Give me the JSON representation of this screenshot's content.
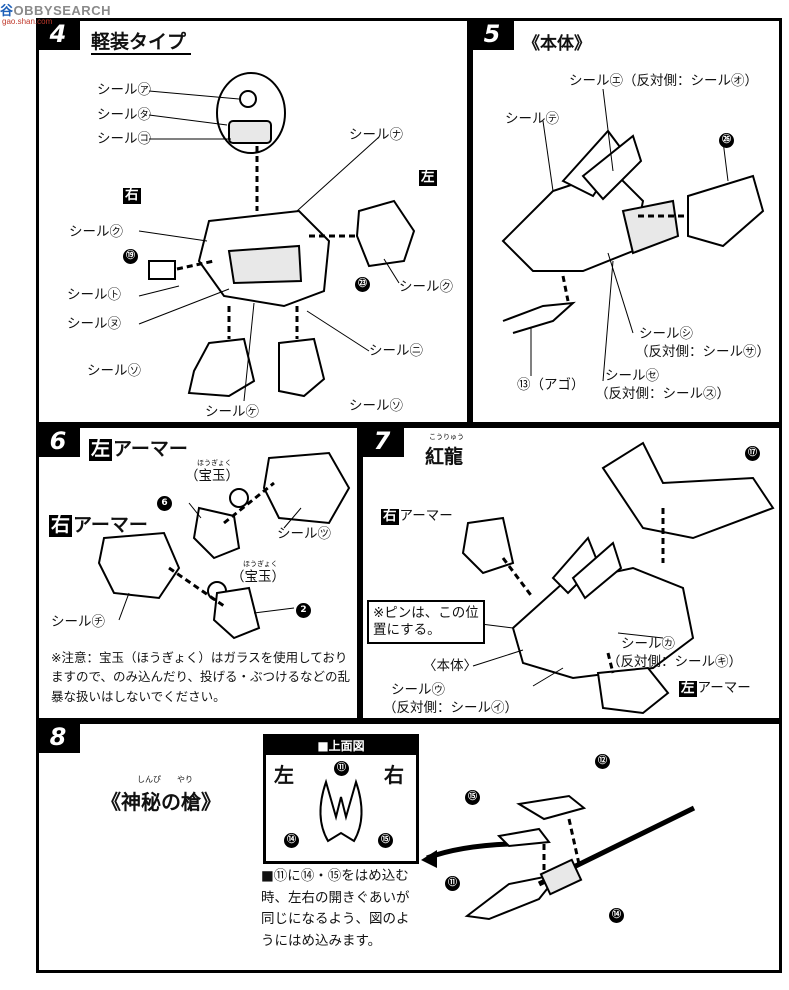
{
  "watermark": {
    "brand_cn": "谷",
    "brand": "OBBYSEARCH",
    "sub": "gao.shan.com"
  },
  "sec4": {
    "num": "4",
    "title": "軽装タイプ",
    "right": "右",
    "left": "左",
    "labels": {
      "a": "シール㋐",
      "ta": "シール㋟",
      "ko": "シール㋙",
      "na": "シール㋤",
      "ku_l": "シール㋗",
      "to": "シール㋣",
      "nu": "シール㋦",
      "ku_r": "シール㋗",
      "ni": "シール㋥",
      "so_l": "シール㋞",
      "so_r": "シール㋞",
      "ke": "シール㋘"
    },
    "n19": "⑲",
    "n23": "㉓"
  },
  "sec5": {
    "num": "5",
    "title": "《本体》",
    "e": "シール㋓（反対側：シール㋔）",
    "te": "シール㋢",
    "n26": "㉖",
    "shi": "シール㋛",
    "shi_op": "（反対側：シール㋚）",
    "se": "シール㋝",
    "se_op": "（反対側：シール㋜）",
    "ago": "⑬（アゴ）"
  },
  "sec6": {
    "num": "6",
    "left_box": "左",
    "left_armor": "アーマー",
    "right_box": "右",
    "right_armor": "アーマー",
    "gem1": "（宝玉）",
    "gem1_ruby": "ほうぎょく",
    "gem2": "（宝玉）",
    "gem2_ruby": "ほうぎょく",
    "n6": "6",
    "n2": "2",
    "tsu": "シール㋡",
    "chi": "シール㋠",
    "note": "※注意：宝玉（ほうぎょく）はガラスを使用しておりますので、のみ込んだり、投げる・ぶつけるなどの乱暴な扱いはしないでください。"
  },
  "sec7": {
    "num": "7",
    "title": "紅龍",
    "title_ruby": "こうりゅう",
    "right_box": "右",
    "right_armor": "アーマー",
    "left_box": "左",
    "left_armor": "アーマー",
    "pin_note": "※ピンは、この位置にする。",
    "body": "〈本体〉",
    "ka": "シール㋕",
    "ka_op": "（反対側：シール㋖）",
    "u": "シール㋒",
    "u_op": "（反対側：シール㋑）",
    "n17": "⑰"
  },
  "sec8": {
    "num": "8",
    "title": "《神秘の槍》",
    "title_ruby": "しんぴ　　やり",
    "inset_title": "■上面図",
    "inset_left": "左",
    "inset_right": "右",
    "n11": "⑪",
    "n14": "⑭",
    "n15": "⑮",
    "n12": "⑫",
    "note": "■⑪に⑭・⑮をはめ込む時、左右の開きぐあいが同じになるよう、図のようにはめ込みます。"
  }
}
